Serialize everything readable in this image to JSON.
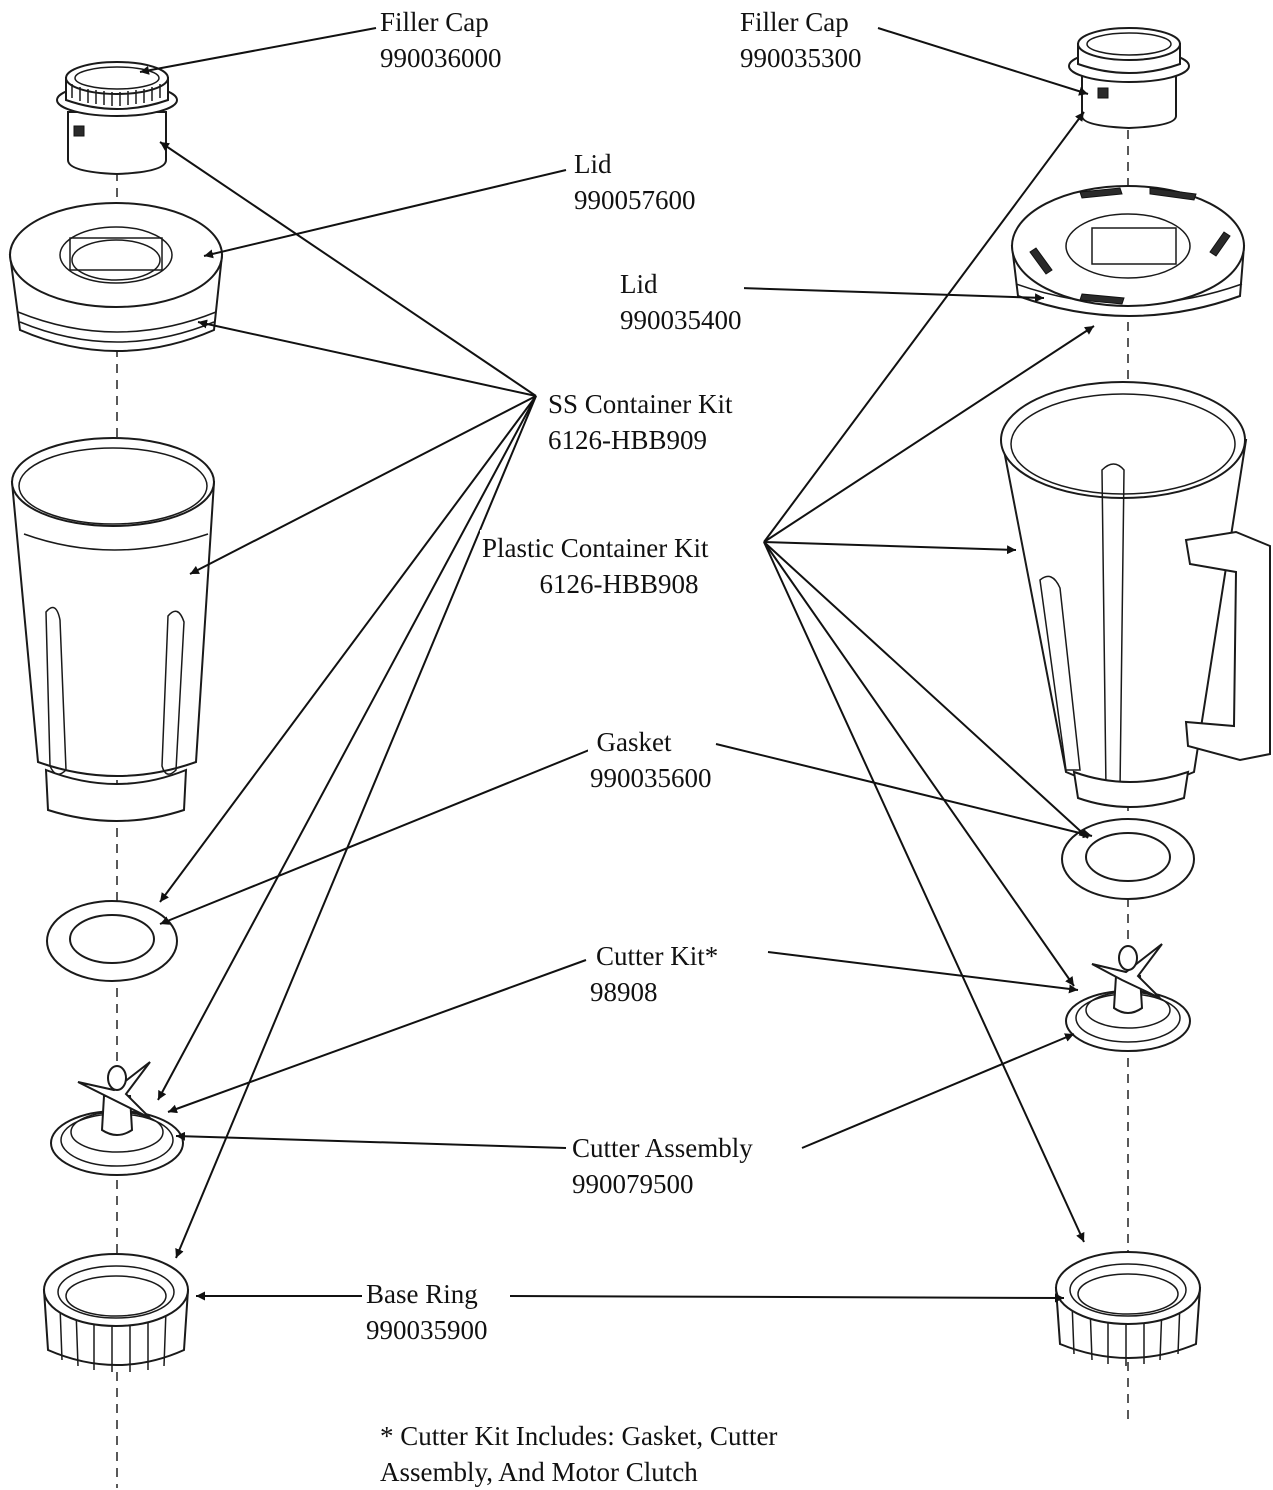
{
  "callouts": {
    "filler_cap_ss": {
      "name": "Filler Cap",
      "part_no": "990036000"
    },
    "filler_cap_plastic": {
      "name": "Filler Cap",
      "part_no": "990035300"
    },
    "lid_ss": {
      "name": "Lid",
      "part_no": "990057600"
    },
    "lid_plastic": {
      "name": "Lid",
      "part_no": "990035400"
    },
    "ss_container_kit": {
      "name": "SS Container Kit",
      "part_no": "6126-HBB909"
    },
    "plastic_container_kit": {
      "name": "Plastic Container Kit",
      "part_no": "6126-HBB908"
    },
    "gasket": {
      "name": "Gasket",
      "part_no": "990035600"
    },
    "cutter_kit": {
      "name": "Cutter Kit*",
      "part_no": "98908"
    },
    "cutter_assembly": {
      "name": "Cutter Assembly",
      "part_no": "990079500"
    },
    "base_ring": {
      "name": "Base Ring",
      "part_no": "990035900"
    }
  },
  "footnote": {
    "line1": "* Cutter Kit Includes: Gasket, Cutter",
    "line2": "Assembly, And Motor Clutch"
  },
  "line_color": "#1a1a1a"
}
